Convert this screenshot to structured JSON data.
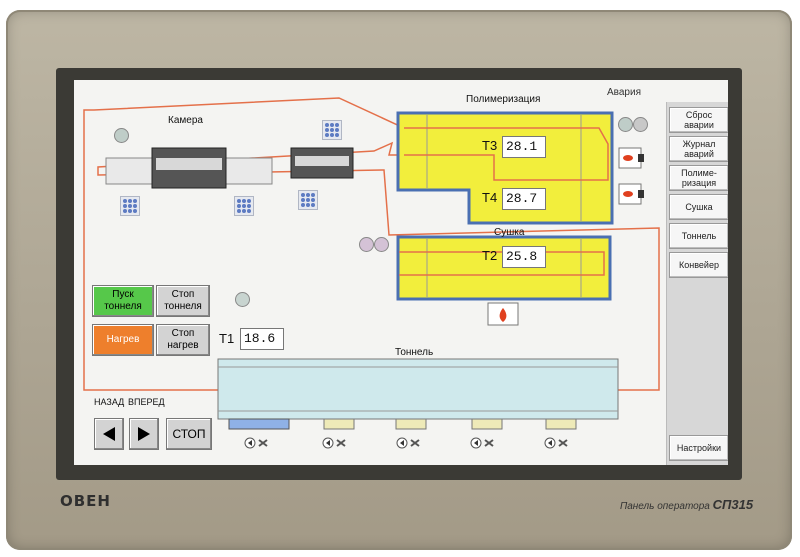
{
  "colors": {
    "accent_yellow": "#f2ee3c",
    "frame_blue": "#4a6fb2",
    "conveyor_red": "#e4704a",
    "start_green": "#56c84a",
    "heat_orange": "#ee7f2c",
    "tunnel_fill": "#cfe9ec"
  },
  "sections": {
    "camera": "Камера",
    "polymerization": "Полимеризация",
    "alarm": "Авария",
    "drying": "Сушка",
    "tunnel": "Тоннель"
  },
  "sensors": {
    "t3": {
      "label": "T3",
      "value": "28.1"
    },
    "t4": {
      "label": "T4",
      "value": "28.7"
    },
    "t2": {
      "label": "T2",
      "value": "25.8"
    },
    "t1": {
      "label": "T1",
      "value": "18.6"
    }
  },
  "controls": {
    "start_tunnel": "Пуск\nтоннеля",
    "stop_tunnel": "Стоп\nтоннеля",
    "heat": "Нагрев",
    "stop_heat": "Стоп\nнагрев",
    "back": "НАЗАД",
    "forward": "ВПЕРЕД",
    "stop": "СТОП"
  },
  "sidebar": {
    "items": [
      {
        "label": "Сброс\nаварии"
      },
      {
        "label": "Журнал\nаварий"
      },
      {
        "label": "Полиме-\nризация"
      },
      {
        "label": "Сушка"
      },
      {
        "label": "Тоннель"
      },
      {
        "label": "Конвейер"
      },
      {
        "label": "Настройки"
      }
    ]
  },
  "device": {
    "brand": "ОВЕН",
    "model_caption": "Панель оператора",
    "model": "СП315"
  },
  "icons": {
    "left": "arrow-left-icon",
    "right": "arrow-right-icon",
    "flame": "flame-icon",
    "valve": "valve-icon",
    "fan": "fan-icon"
  }
}
